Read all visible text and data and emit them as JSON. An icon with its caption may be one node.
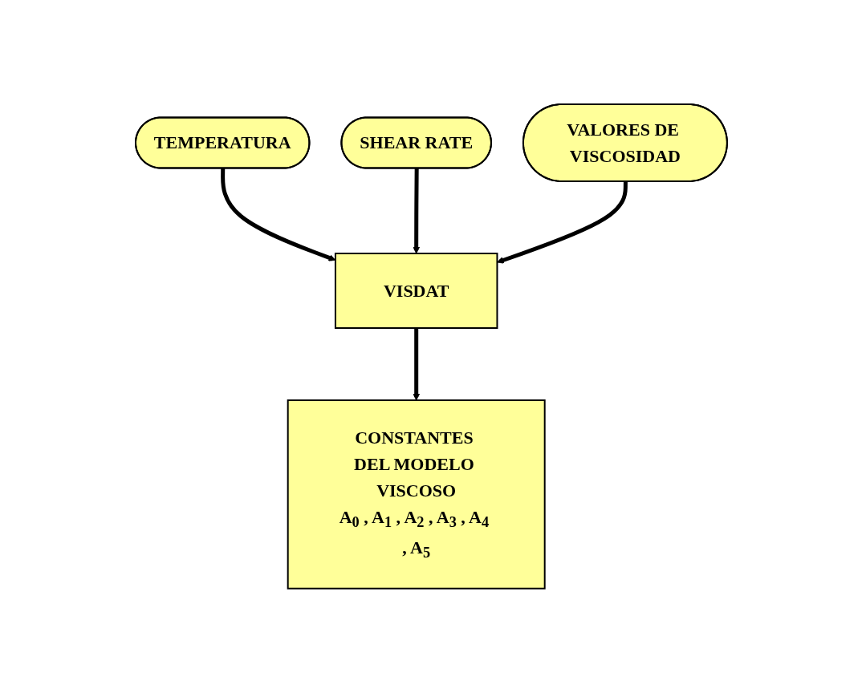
{
  "diagram": {
    "nodes": [
      {
        "text": [
          "TEMPERATURA"
        ]
      },
      {
        "text": [
          "SHEAR RATE"
        ]
      },
      {
        "text": [
          "VALORES DE VISCOSIDAD"
        ]
      },
      {
        "text": [
          "VISDAT"
        ]
      },
      {
        "text": [
          "CONSTANTES DEL MODELO VISCOSO",
          "A$_{0}$ , A$_{1}$ , A$_{2}$ , A$_{3}$ , A$_{4}$ , A$_{5}$"
        ]
      }
    ],
    "edges": [
      {
        "from": 0,
        "to": 3,
        "arrow": "to"
      },
      {
        "from": 1,
        "to": 3,
        "arrow": "to"
      },
      {
        "from": 2,
        "to": 3,
        "arrow": "to"
      },
      {
        "from": 3,
        "to": 4,
        "arrow": "to"
      }
    ]
  }
}
